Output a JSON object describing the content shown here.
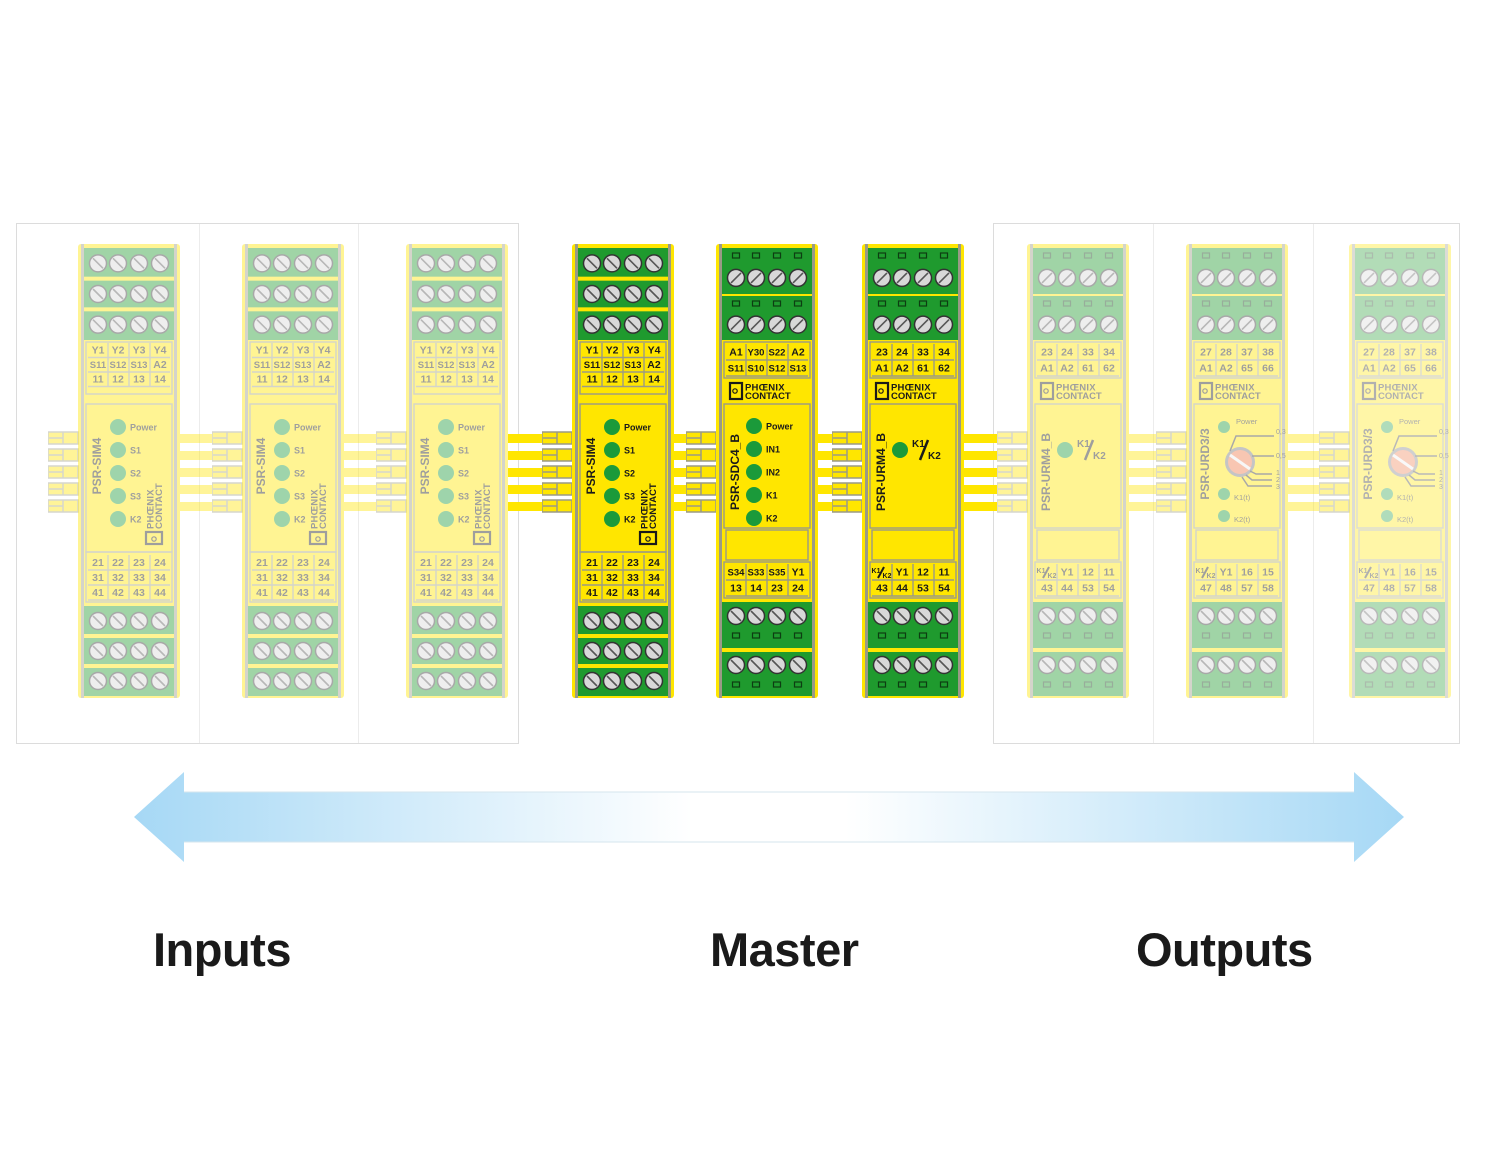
{
  "colors": {
    "housing_yellow": "#ffe600",
    "terminal_green": "#1f9a2e",
    "led_green": "#1b9a3a",
    "frame_gray": "#9a9a86",
    "screw_gray": "#d8d8d8",
    "arrow_blue": "#a6d8f5",
    "dial_orange": "#f07a4a",
    "text_dark": "#1a1a1a"
  },
  "groups": {
    "inputs_label": "Inputs",
    "master_label": "Master",
    "outputs_label": "Outputs"
  },
  "brand": {
    "line1": "PHŒNIX",
    "line2": "CONTACT"
  },
  "modules": [
    {
      "id": "input-1",
      "group": "inputs",
      "type": "sim",
      "faded": true,
      "name": "PSR-SIM4",
      "top_rows": [
        [
          "Y1",
          "Y2",
          "Y3",
          "Y4"
        ],
        [
          "S11",
          "S12",
          "S13",
          "A2"
        ],
        [
          "11",
          "12",
          "13",
          "14"
        ]
      ],
      "leds": [
        "Power",
        "S1",
        "S2",
        "S3",
        "K2"
      ],
      "bottom_rows": [
        [
          "21",
          "22",
          "23",
          "24"
        ],
        [
          "31",
          "32",
          "33",
          "34"
        ],
        [
          "41",
          "42",
          "43",
          "44"
        ]
      ]
    },
    {
      "id": "input-2",
      "group": "inputs",
      "type": "sim",
      "faded": true,
      "name": "PSR-SIM4",
      "top_rows": [
        [
          "Y1",
          "Y2",
          "Y3",
          "Y4"
        ],
        [
          "S11",
          "S12",
          "S13",
          "A2"
        ],
        [
          "11",
          "12",
          "13",
          "14"
        ]
      ],
      "leds": [
        "Power",
        "S1",
        "S2",
        "S3",
        "K2"
      ],
      "bottom_rows": [
        [
          "21",
          "22",
          "23",
          "24"
        ],
        [
          "31",
          "32",
          "33",
          "34"
        ],
        [
          "41",
          "42",
          "43",
          "44"
        ]
      ]
    },
    {
      "id": "input-3",
      "group": "inputs",
      "type": "sim",
      "faded": true,
      "name": "PSR-SIM4",
      "top_rows": [
        [
          "Y1",
          "Y2",
          "Y3",
          "Y4"
        ],
        [
          "S11",
          "S12",
          "S13",
          "A2"
        ],
        [
          "11",
          "12",
          "13",
          "14"
        ]
      ],
      "leds": [
        "Power",
        "S1",
        "S2",
        "S3",
        "K2"
      ],
      "bottom_rows": [
        [
          "21",
          "22",
          "23",
          "24"
        ],
        [
          "31",
          "32",
          "33",
          "34"
        ],
        [
          "41",
          "42",
          "43",
          "44"
        ]
      ]
    },
    {
      "id": "master-sim",
      "group": "master",
      "type": "sim",
      "faded": false,
      "name": "PSR-SIM4",
      "top_rows": [
        [
          "Y1",
          "Y2",
          "Y3",
          "Y4"
        ],
        [
          "S11",
          "S12",
          "S13",
          "A2"
        ],
        [
          "11",
          "12",
          "13",
          "14"
        ]
      ],
      "leds": [
        "Power",
        "S1",
        "S2",
        "S3",
        "K2"
      ],
      "bottom_rows": [
        [
          "21",
          "22",
          "23",
          "24"
        ],
        [
          "31",
          "32",
          "33",
          "34"
        ],
        [
          "41",
          "42",
          "43",
          "44"
        ]
      ]
    },
    {
      "id": "master-sdc",
      "group": "master",
      "type": "sdc",
      "faded": false,
      "name": "PSR-SDC4_B",
      "top_rows": [
        [
          "A1",
          "Y30",
          "S22",
          "A2"
        ],
        [
          "S11",
          "S10",
          "S12",
          "S13"
        ]
      ],
      "leds": [
        "Power",
        "IN1",
        "IN2",
        "K1",
        "K2"
      ],
      "bottom_rows": [
        [
          "S34",
          "S33",
          "S35",
          "Y1"
        ],
        [
          "13",
          "14",
          "23",
          "24"
        ]
      ]
    },
    {
      "id": "master-urm",
      "group": "master",
      "type": "urm",
      "faded": false,
      "name": "PSR-URM4_B",
      "top_rows": [
        [
          "23",
          "24",
          "33",
          "34"
        ],
        [
          "A1",
          "A2",
          "61",
          "62"
        ]
      ],
      "leds": [
        "K1/K2"
      ],
      "bottom_rows": [
        [
          "K1/K2",
          "Y1",
          "12",
          "11"
        ],
        [
          "43",
          "44",
          "53",
          "54"
        ]
      ]
    },
    {
      "id": "output-1",
      "group": "outputs",
      "type": "urm",
      "faded": true,
      "name": "PSR-URM4_B",
      "top_rows": [
        [
          "23",
          "24",
          "33",
          "34"
        ],
        [
          "A1",
          "A2",
          "61",
          "62"
        ]
      ],
      "leds": [
        "K1/K2"
      ],
      "bottom_rows": [
        [
          "K1/K2",
          "Y1",
          "12",
          "11"
        ],
        [
          "43",
          "44",
          "53",
          "54"
        ]
      ]
    },
    {
      "id": "output-2",
      "group": "outputs",
      "type": "urd",
      "faded": true,
      "name": "PSR-URD3/3",
      "top_rows": [
        [
          "27",
          "28",
          "37",
          "38"
        ],
        [
          "A1",
          "A2",
          "65",
          "66"
        ]
      ],
      "leds": [
        "Power",
        "K1(t)",
        "K2(t)"
      ],
      "dial_scale": [
        "0,3",
        "0,5",
        "1",
        "2",
        "3"
      ],
      "bottom_rows": [
        [
          "K1/K2",
          "Y1",
          "16",
          "15"
        ],
        [
          "47",
          "48",
          "57",
          "58"
        ]
      ]
    },
    {
      "id": "output-3",
      "group": "outputs",
      "type": "urd",
      "faded": true,
      "name": "PSR-URD3/3",
      "top_rows": [
        [
          "27",
          "28",
          "37",
          "38"
        ],
        [
          "A1",
          "A2",
          "65",
          "66"
        ]
      ],
      "leds": [
        "Power",
        "K1(t)",
        "K2(t)"
      ],
      "dial_scale": [
        "0,3",
        "0,5",
        "1",
        "2",
        "3"
      ],
      "bottom_rows": [
        [
          "K1/K2",
          "Y1",
          "16",
          "15"
        ],
        [
          "47",
          "48",
          "57",
          "58"
        ]
      ]
    }
  ]
}
